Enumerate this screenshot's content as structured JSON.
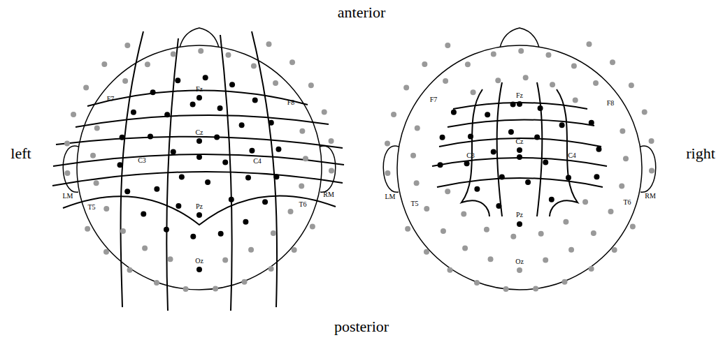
{
  "diagram": {
    "labels": [
      "anterior",
      "left",
      "right",
      "posterior",
      "F7",
      "Fz",
      "F8",
      "C3",
      "Cz",
      "C4",
      "LM",
      "RM",
      "T5",
      "Pz",
      "T6",
      "Oz",
      "Fz",
      "F7",
      "F8",
      "Cz",
      "C3",
      "C4",
      "LM",
      "RM",
      "T5",
      "T6",
      "Pz",
      "Oz"
    ]
  }
}
